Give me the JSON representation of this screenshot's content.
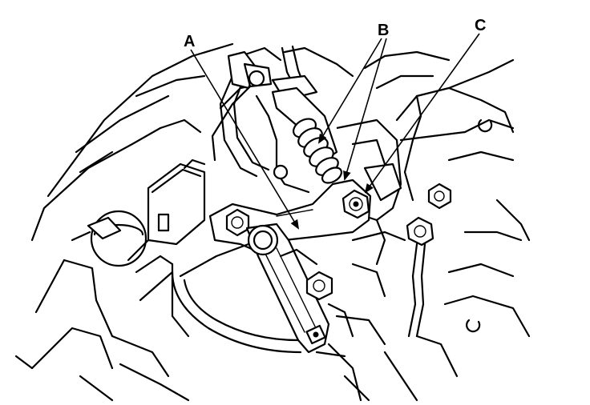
{
  "callouts": {
    "a": {
      "label": "A"
    },
    "b": {
      "label": "B"
    },
    "c": {
      "label": "C"
    }
  },
  "colors": {
    "line": "#000000",
    "background": "#ffffff"
  }
}
